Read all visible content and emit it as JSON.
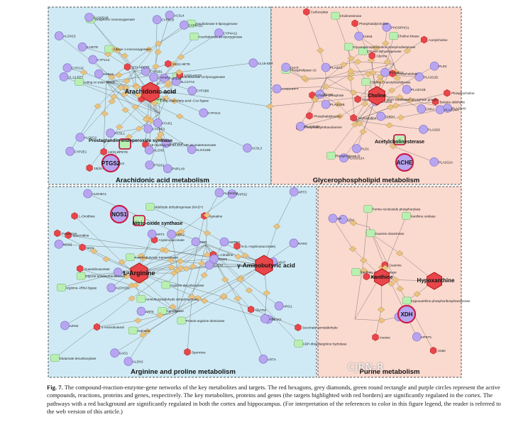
{
  "panels": {
    "arachidonic": {
      "title": "Arachidonic acid metabolism",
      "bg": "#cfeaf4",
      "hub": "Arachidonic acid",
      "target": "PTGS2",
      "enzyme_boxes": [
        "Prostaglandin-endoperoxide synthase"
      ],
      "labels": [
        "Long-chain-fatty-acid--CoA ligase",
        "Arachidonyl-CoA",
        "Arachidonate 12-lipoxygenase",
        "Arachidonate 5-lipoxygenase",
        "Arachidonate 15-lipoxygenase",
        "Unspecific monooxygenase",
        "Acting on ester bonds",
        "Ethanolamine",
        "15(S)-HPETE",
        "15(S)-HETE",
        "5(S)-HPETE",
        "12(S)-HPETE",
        "12(S)-HETE",
        "5-HETE",
        "11,12-EET",
        "14,15-EET",
        "15-Hydroxy-5Z,8Z,11Z,13E-eicosatetraenoate",
        "Alkane 1-monooxygenase",
        "ACSL1",
        "ACSL3",
        "ACSL4",
        "ACSL5",
        "ACSL6",
        "SLC27A2",
        "ALOX5",
        "ALOX12",
        "ALOX15",
        "ALOX15B",
        "ALOX5AP",
        "CYP2C8",
        "CYP2C9",
        "CYP2J2",
        "CYP4A11",
        "CYP4A22",
        "CYP4F2",
        "CYP4F3",
        "CYP2U1",
        "CYP2E1",
        "CYP1A2",
        "CYP1B1",
        "CYP3A4",
        "CYP2B6",
        "PTGS1",
        "FFAR1",
        "PNPLA8"
      ]
    },
    "glycero": {
      "title": "Glycerophospholipid metabolism",
      "bg": "#fad9cf",
      "hub": "Choline",
      "target": "ACHE",
      "enzyme_boxes": [
        "Acetylcholinesterase"
      ],
      "labels": [
        "Phosphatidylcholine",
        "Phosphatidate",
        "Choline O-acetyltransferase",
        "Phospholipase A2",
        "Choline kinase",
        "Choline phosphate",
        "Phosphocholine",
        "Phosphatidylserine",
        "Phospholipase D",
        "Acetylcholine",
        "Betaine aldehyde",
        "Choline dehydrogenase",
        "Cholinesterase",
        "Transferases for other substituted phosphate groups",
        "Glycerophosphocholine phosphodiesterase",
        "Phosphatidylethanolamine",
        "Glycine",
        "PLA2G1B",
        "PLA2G2A",
        "PLA2G2D",
        "PLA2G2E",
        "PLA2G3",
        "PLA2G4A",
        "PLA2G4B",
        "PLA2G4C",
        "PLA2G5",
        "PLA2G6",
        "PLA2G10",
        "PLA2G12A",
        "PLD1",
        "PLD2",
        "CHAT",
        "CHKA",
        "CHKB",
        "BCHE",
        "CHDH",
        "AASDHPPT",
        "PHOSPHO1",
        "Acylcarnitine",
        "Carboxylate"
      ]
    },
    "arginine": {
      "title": "Arginine and proline metabolism",
      "bg": "#cfeaf4",
      "hubs": [
        "L-Arginine",
        "γ-Aminobutyric acid"
      ],
      "target": "NOS1",
      "enzyme_boxes": [
        "Nitric-oxide synthase"
      ],
      "labels": [
        "NOS2",
        "NOS3",
        "L-Citrulline",
        "Agmatine",
        "Putrescine",
        "Spermidine",
        "Spermine",
        "L-Ornithine",
        "Urea",
        "Arginase",
        "ARG1",
        "ARG2",
        "GATM",
        "Glycine amidinotransferase",
        "Glycine",
        "Guanidinoacetate",
        "Argininosuccinate",
        "N-(L-Argininosuccinate)",
        "Arginine decarboxylase",
        "Agmatinase",
        "Succinate semialdehyde",
        "4-aminobutyrate transaminase",
        "ABAT",
        "4-Aminobutanal",
        "Aminobutyraldehyde dehydrogenase",
        "Aldehyde dehydrogenase (NAD+)",
        "Glutamate decarboxylase",
        "GAD1",
        "GAD2",
        "ALDH9A1",
        "ALDH3A2",
        "ALDH2",
        "ALDH1B1",
        "ALDH7A1",
        "Arginine--tRNA ligase",
        "RARS",
        "RARS2",
        "Protein-arginine deiminase",
        "ADP-ribosylarginine hydrolase",
        "ADPRH",
        "ART1",
        "ART3",
        "ART4",
        "ART5",
        "SRR",
        "ASL",
        "AZIN2"
      ]
    },
    "purine": {
      "title": "Purine metabolism",
      "bg": "#fad9cf",
      "hubs": [
        "Xanthine",
        "Hypoxanthine"
      ],
      "target": "XDH",
      "labels": [
        "Guanine",
        "Guanine deaminase",
        "GDA",
        "Purine-nucleoside phosphorylase",
        "NP",
        "Xanthosine",
        "Urate",
        "Xanthine oxidase",
        "Xanthine dehydrogenase",
        "Hypoxanthine phosphoribosyltransferase",
        "HPRT1",
        "IMP",
        "Inosine"
      ]
    }
  },
  "colors": {
    "compound": "#e8464a",
    "reaction": "#e9c27f",
    "protein": "#b9f0b2",
    "gene": "#b7a6ef",
    "gene_stroke": "#7a66c8",
    "highlight_ring": "#c81e4a",
    "edge": "#555555",
    "panel_border": "#555555"
  },
  "caption": {
    "label": "Fig. 7.",
    "text": "The compound-reaction-enzyme-gene networks of the key metabolites and targets. The red hexagons, grey diamonds, green round rectangle and purple circles represent the active compounds, reactions, proteins and genes, respectively. The key metabolites, proteins and genes (the targets highlighted with red borders) are significantly regulated in the cortex. The pathways with a red background are significantly regulated in both the cortex and hippocampus. (For interpretation of the references to color in this figure legend, the reader is referred to the web version of this article.)"
  },
  "watermark": "CJRN-R"
}
